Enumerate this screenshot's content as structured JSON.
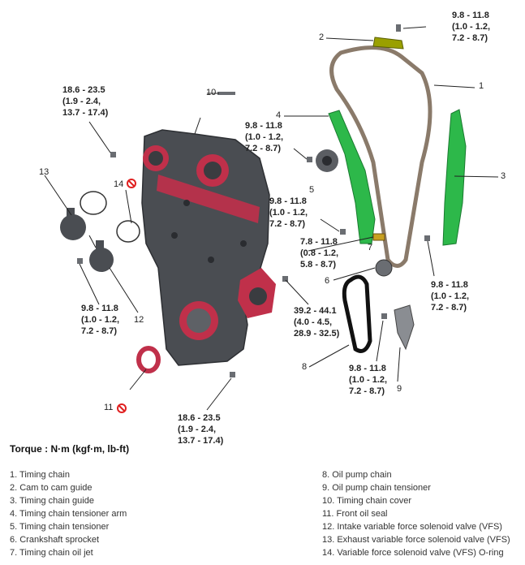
{
  "torque_specs": {
    "cam_guide": "9.8 - 11.8\n(1.0 - 1.2,\n7.2 - 8.7)",
    "cover_upper": "18.6 - 23.5\n(1.9 - 2.4,\n13.7 - 17.4)",
    "tensioner_arm": "9.8 - 11.8\n(1.0 - 1.2,\n7.2 - 8.7)",
    "tensioner": "9.8 - 11.8\n(1.0 - 1.2,\n7.2 - 8.7)",
    "oil_jet": "7.8 - 11.8\n(0.8 - 1.2,\n5.8 - 8.7)",
    "chain_guide": "9.8 - 11.8\n(1.0 - 1.2,\n7.2 - 8.7)",
    "vfs": "9.8 - 11.8\n(1.0 - 1.2,\n7.2 - 8.7)",
    "cover_mid": "39.2 - 44.1\n(4.0 - 4.5,\n28.9 - 32.5)",
    "oil_pump_tensioner": "9.8 - 11.8\n(1.0 - 1.2,\n7.2 - 8.7)",
    "cover_lower": "18.6 - 23.5\n(1.9 - 2.4,\n13.7 - 17.4)"
  },
  "callouts": {
    "n1": "1",
    "n2": "2",
    "n3": "3",
    "n4": "4",
    "n5": "5",
    "n6": "6",
    "n7": "7",
    "n8": "8",
    "n9": "9",
    "n10": "10",
    "n11": "11",
    "n12": "12",
    "n13": "13",
    "n14": "14"
  },
  "torque_unit": "Torque : N·m (kgf·m, lb-ft)",
  "legend_left": [
    "1. Timing chain",
    "2. Cam to cam guide",
    "3. Timing chain guide",
    "4. Timing chain tensioner arm",
    "5. Timing chain tensioner",
    "6. Crankshaft sprocket",
    "7. Timing chain oil jet"
  ],
  "legend_right": [
    "8. Oil pump chain",
    "9. Oil pump chain tensioner",
    "10. Timing chain cover",
    "11. Front oil seal",
    "12. Intake variable force solenoid valve (VFS)",
    "13. Exhaust variable force solenoid valve (VFS)",
    "14. Variable force solenoid valve (VFS) O-ring"
  ],
  "colors": {
    "cover": "#4a4d52",
    "seal": "#c0304a",
    "guide": "#2db84a",
    "chain": "#8a7a6a"
  }
}
